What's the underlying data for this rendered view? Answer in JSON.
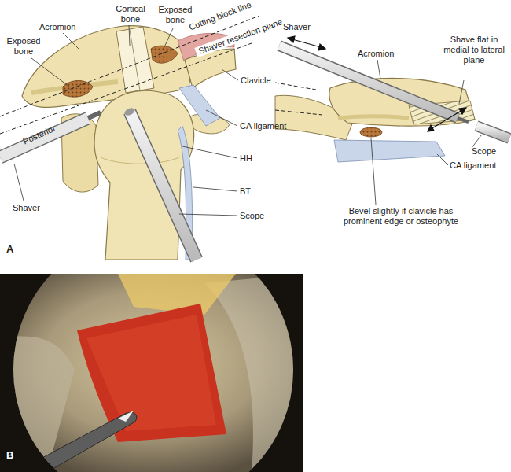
{
  "diagram": {
    "labels": [
      "Cortical bone",
      "Exposed bone",
      "Cutting block line",
      "Shaver resection plane",
      "Acromion",
      "Exposed bone",
      "Clavicle",
      "CA ligament",
      "HH",
      "Posterior",
      "BT",
      "Scope",
      "Shaver",
      "A",
      "Shaver",
      "Acromion",
      "Shave flat in medial to lateral plane",
      "Scope",
      "CA ligament",
      "Bevel slightly if clavicle has prominent edge or osteophyte",
      "B"
    ]
  }
}
